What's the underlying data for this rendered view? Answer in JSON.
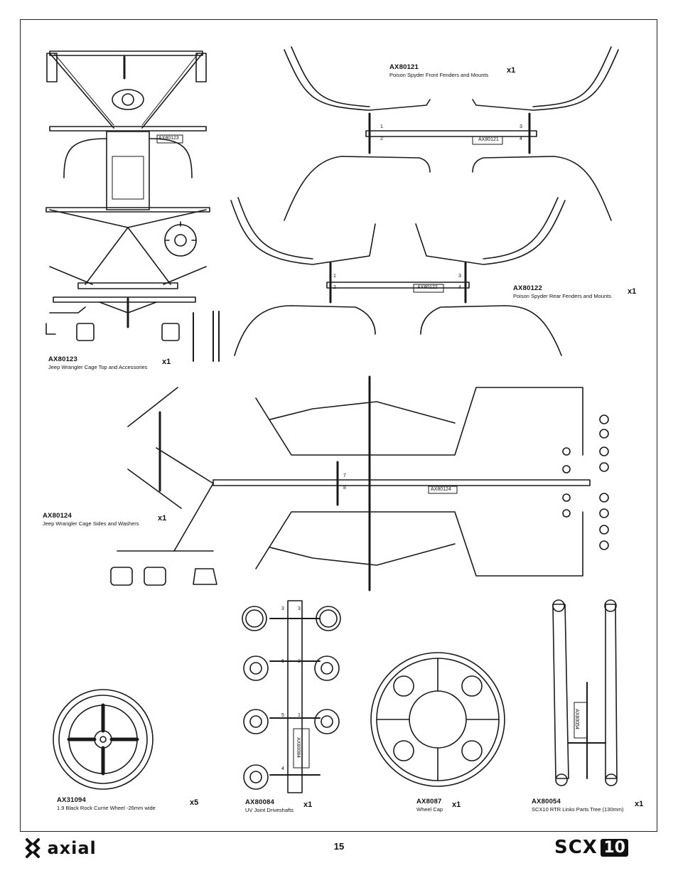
{
  "parts": [
    {
      "code": "AX80121",
      "desc": "Poison Spyder Front Fenders and Mounts",
      "qty": "x1",
      "tag": "AX80121"
    },
    {
      "code": "AX80122",
      "desc": "Poison Spyder Rear Fenders and Mounts",
      "qty": "x1",
      "tag": "AX80122"
    },
    {
      "code": "AX80123",
      "desc": "Jeep Wrangler Cage Top and Accessories",
      "qty": "x1",
      "tag": "AX80123"
    },
    {
      "code": "AX80124",
      "desc": "Jeep Wrangler Cage Sides and Washers",
      "qty": "x1",
      "tag": "AX80124"
    },
    {
      "code": "AX31094",
      "desc": "1.9 Black Rock Currie Wheel -26mm wide",
      "qty": "x5"
    },
    {
      "code": "AX80084",
      "desc": "UV Joint Driveshafts",
      "qty": "x1",
      "tag": "AX80084"
    },
    {
      "code": "AX8087",
      "desc": "Wheel Cap",
      "qty": "x1"
    },
    {
      "code": "AX80054",
      "desc": "SCX10 RTR Links Parts Tree (130mm)",
      "qty": "x1",
      "tag": "AX80054"
    }
  ],
  "page": {
    "number": "15"
  },
  "brand": {
    "left": "axial",
    "right_prefix": "SCX",
    "right_suffix": "10"
  },
  "tree_numbers": {
    "front": [
      "1",
      "2",
      "3",
      "4"
    ],
    "rear": [
      "1",
      "2",
      "3",
      "4"
    ],
    "sides": [
      "7",
      "8"
    ],
    "driveshaft": [
      "3",
      "3",
      "6",
      "2",
      "5",
      "1",
      "4"
    ]
  }
}
